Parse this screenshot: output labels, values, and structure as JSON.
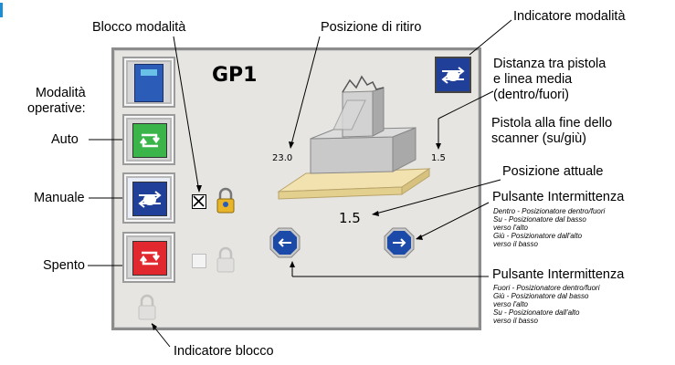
{
  "title": "GP1",
  "left_labels": {
    "modes": "Modalità\noperative:",
    "auto": "Auto",
    "manual": "Manuale",
    "off": "Spento"
  },
  "annotations": {
    "mode_lock": "Blocco modalità",
    "retreat_position": "Posizione di ritiro",
    "mode_indicator": "Indicatore modalità",
    "distance": "Distanza tra pistola\ne linea media\n(dentro/fuori)",
    "gun_end": "Pistola alla fine dello\nscanner (su/giù)",
    "current_position": "Posizione attuale",
    "jog_button": "Pulsante Intermittenza",
    "jog_button_2": "Pulsante Intermittenza",
    "lock_indicator": "Indicatore blocco"
  },
  "jog_in_notes": "Dentro - Posizionatore dentro/fuori\nSu - Posizionatore dal basso\nverso l'alto\nGiù - Posizionatore dall'alto\nverso il basso",
  "jog_out_notes": "Fuori - Posizionatore dentro/fuori\nGiù - Posizionatore dal basso\nverso l'alto\nSu - Posizionatore dall'alto\nverso il basso",
  "values": {
    "retreat": "23.0",
    "gun_distance": "1.5",
    "current": "1.5"
  },
  "colors": {
    "auto": "#3bb54a",
    "manual": "#1f3f99",
    "off": "#e0282e",
    "jog": "#1c4aa8",
    "panel": "#e6e5e2"
  },
  "states": {
    "manual_lock_checked": true,
    "off_lock_checked": false
  }
}
